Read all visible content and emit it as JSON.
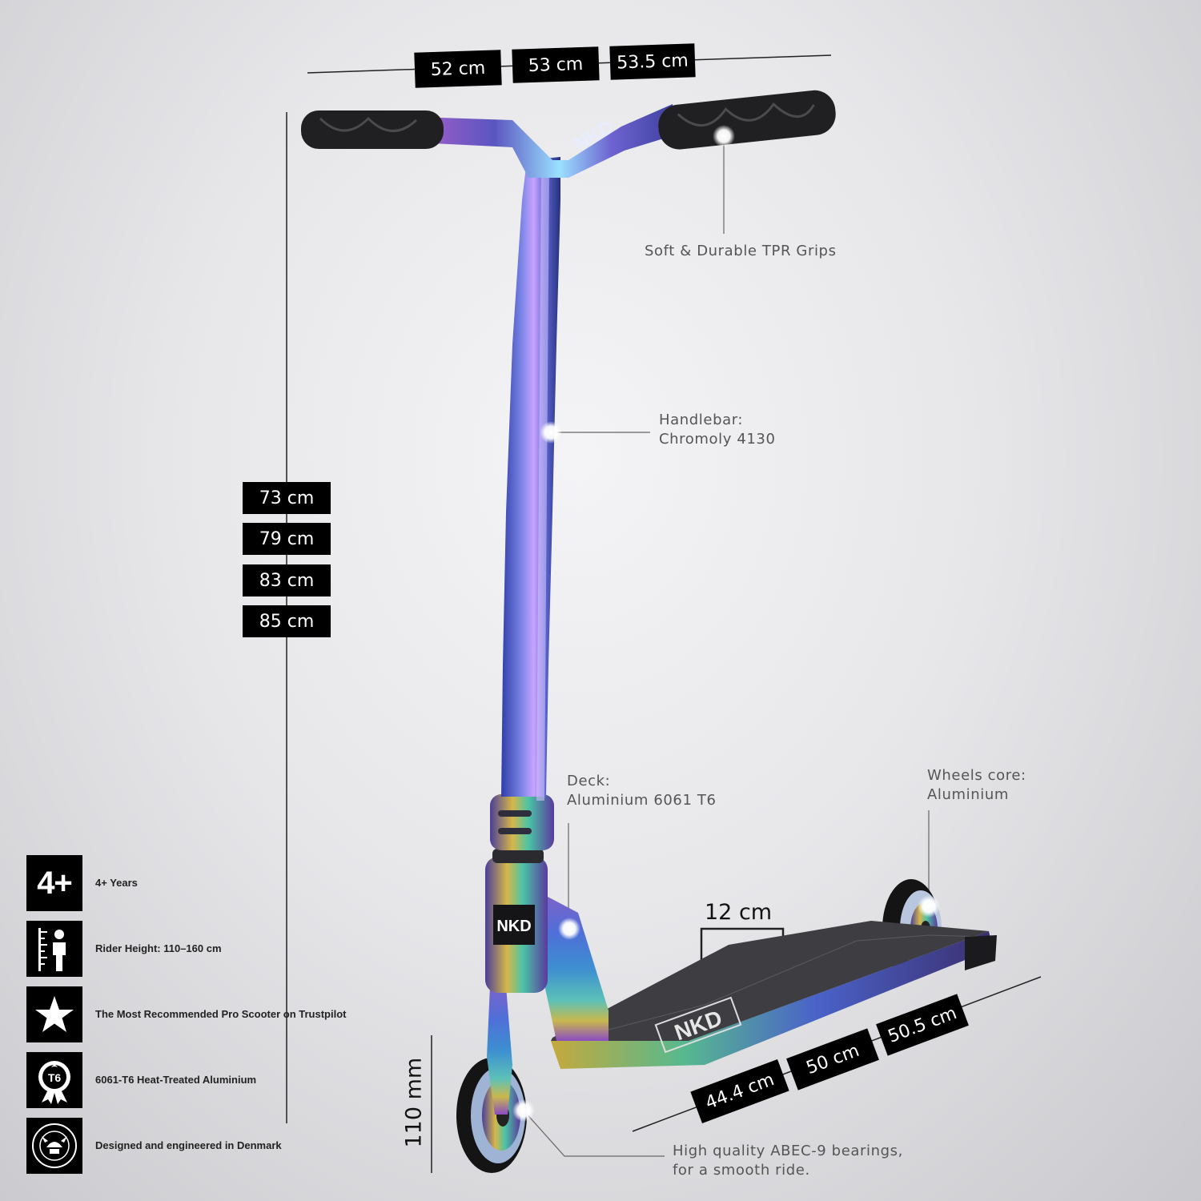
{
  "dimensions": {
    "handlebar_widths": [
      "52 cm",
      "53 cm",
      "53.5 cm"
    ],
    "heights": [
      "73 cm",
      "79 cm",
      "83 cm",
      "85 cm"
    ],
    "deck_width": "12 cm",
    "deck_lengths": [
      "44.4 cm",
      "50 cm",
      "50.5 cm"
    ],
    "wheel_size": "110 mm"
  },
  "callouts": {
    "grips": "Soft & Durable TPR Grips",
    "handlebar": [
      "Handlebar:",
      "Chromoly 4130"
    ],
    "deck": [
      "Deck:",
      "Aluminium 6061 T6"
    ],
    "wheels_core": [
      "Wheels core:",
      "Aluminium"
    ],
    "bearings": [
      "High quality ABEC-9 bearings,",
      "for a smooth ride."
    ]
  },
  "product_branding": {
    "bar_logo": "NKD",
    "clamp_logo": "NKD",
    "deck_logo": "NKD"
  },
  "features": [
    {
      "icon": "age-icon",
      "glyph": "4+",
      "label": "4+ Years"
    },
    {
      "icon": "rider-height-icon",
      "label": "Rider Height: 110–160 cm"
    },
    {
      "icon": "star-icon",
      "label": "The Most Recommended Pro Scooter on Trustpilot"
    },
    {
      "icon": "t6-badge-icon",
      "glyph": "T6",
      "label": "6061-T6 Heat-Treated Aluminium"
    },
    {
      "icon": "danish-design-seal-icon",
      "label": "Designed and engineered in Denmark"
    }
  ],
  "colors": {
    "tag_background": "#000000",
    "tag_text": "#ffffff",
    "callout_text": "#555555"
  }
}
